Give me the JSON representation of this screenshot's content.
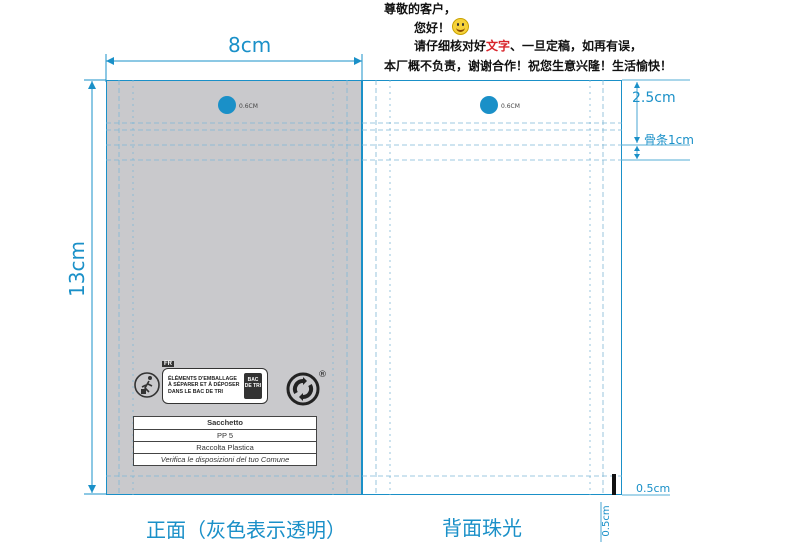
{
  "notice": {
    "line1": "尊敬的客户，",
    "line2": "您好！",
    "line3_prefix": "请仔细核对好",
    "line3_highlight": "文字",
    "line3_suffix": "、一旦定稿，如再有误，",
    "line4": "本厂概不负责，谢谢合作！祝您生意兴隆！生活愉快！"
  },
  "dimensions": {
    "width": "8cm",
    "height": "13cm",
    "top_band": "2.5cm",
    "rib": "骨条1cm",
    "margin_side": "0.5cm",
    "margin_bottom": "0.5cm"
  },
  "hole_label": "0.6CM",
  "front_caption": "正面（灰色表示透明）",
  "back_caption": "背面珠光",
  "triman": {
    "country": "FR",
    "text_lines": [
      "ÉLÉMENTS D'EMBALLAGE",
      "À SÉPARER ET À DÉPOSER",
      "DANS LE BAC DE TRI"
    ],
    "bin_text": "BAC DE TRI"
  },
  "recycle_table": [
    "Sacchetto",
    "PP 5",
    "Raccolta Plastica",
    "Verifica le disposizioni del tuo Comune"
  ],
  "registered_mark": "®",
  "colors": {
    "accent": "#1a90c8",
    "transparent_area": "#c9c9cc",
    "highlight": "#d8232a"
  }
}
